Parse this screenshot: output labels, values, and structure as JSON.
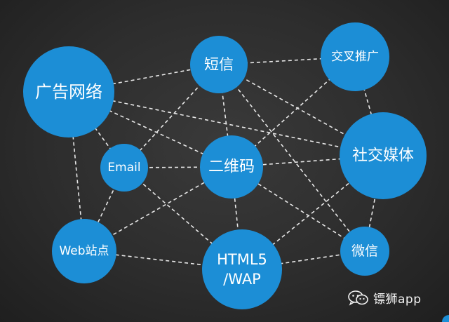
{
  "diagram": {
    "nodes": [
      {
        "id": "ads",
        "label": "广告网络"
      },
      {
        "id": "sms",
        "label": "短信"
      },
      {
        "id": "cross",
        "label": "交叉推广"
      },
      {
        "id": "email",
        "label": "Email"
      },
      {
        "id": "qr",
        "label": "二维码"
      },
      {
        "id": "social",
        "label": "社交媒体"
      },
      {
        "id": "web",
        "label": "Web站点"
      },
      {
        "id": "html5",
        "label": "HTML5",
        "label2": "/WAP"
      },
      {
        "id": "wechat",
        "label": "微信"
      }
    ],
    "edges": [
      [
        "ads",
        "sms"
      ],
      [
        "ads",
        "email"
      ],
      [
        "ads",
        "web"
      ],
      [
        "ads",
        "qr"
      ],
      [
        "ads",
        "social"
      ],
      [
        "sms",
        "email"
      ],
      [
        "sms",
        "qr"
      ],
      [
        "sms",
        "social"
      ],
      [
        "sms",
        "wechat"
      ],
      [
        "sms",
        "cross"
      ],
      [
        "cross",
        "social"
      ],
      [
        "cross",
        "qr"
      ],
      [
        "email",
        "qr"
      ],
      [
        "email",
        "web"
      ],
      [
        "email",
        "html5"
      ],
      [
        "qr",
        "social"
      ],
      [
        "qr",
        "web"
      ],
      [
        "qr",
        "html5"
      ],
      [
        "qr",
        "wechat"
      ],
      [
        "social",
        "html5"
      ],
      [
        "social",
        "wechat"
      ],
      [
        "web",
        "html5"
      ],
      [
        "html5",
        "wechat"
      ]
    ],
    "colors": {
      "node": "#1c8ed6",
      "edge": "#e8e8e8",
      "background": "#2d2d2d"
    }
  },
  "watermark": {
    "text": "镖狮app",
    "icon": "wechat-icon"
  }
}
